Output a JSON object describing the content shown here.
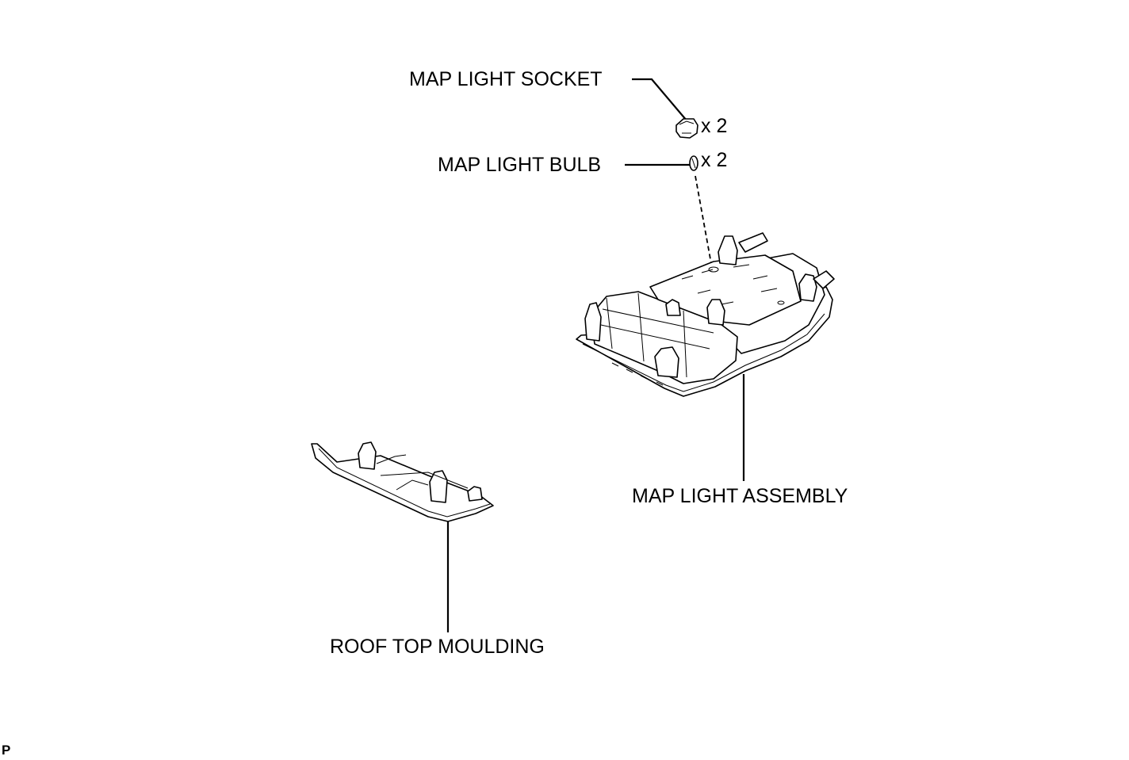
{
  "labels": {
    "socket": "MAP LIGHT SOCKET",
    "bulb": "MAP LIGHT BULB",
    "assembly": "MAP LIGHT ASSEMBLY",
    "moulding": "ROOF TOP MOULDING"
  },
  "quantities": {
    "socket": "x 2",
    "bulb": "x 2"
  },
  "corner_code": "P"
}
